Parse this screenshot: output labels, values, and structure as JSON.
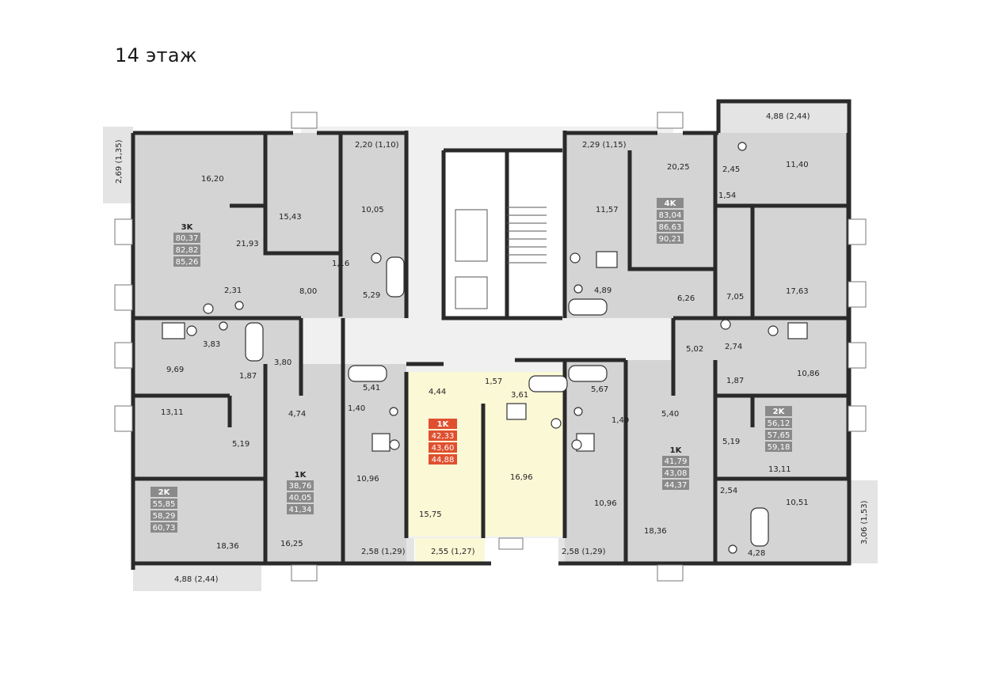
{
  "floor": {
    "title": "14 этаж"
  },
  "colors": {
    "room": "#d4d4d4",
    "corridor": "#f0f0f0",
    "balcony": "#e4e4e4",
    "selected": "#fbf8d6",
    "wall": "#2a2a2a",
    "badge": "#8a8a8a",
    "badge_selected": "#e0502f"
  },
  "rooms": [
    {
      "id": "r1",
      "label": "16,20"
    },
    {
      "id": "r2",
      "label": "15,43"
    },
    {
      "id": "r3",
      "label": "10,05"
    },
    {
      "id": "r4",
      "label": "21,93"
    },
    {
      "id": "r5",
      "label": "1,16"
    },
    {
      "id": "r6",
      "label": "8,00"
    },
    {
      "id": "r7",
      "label": "2,31"
    },
    {
      "id": "r8",
      "label": "5,29"
    },
    {
      "id": "r9",
      "label": "3,83"
    },
    {
      "id": "r10",
      "label": "9,69"
    },
    {
      "id": "r11",
      "label": "1,87"
    },
    {
      "id": "r12",
      "label": "3,80"
    },
    {
      "id": "r13",
      "label": "13,11"
    },
    {
      "id": "r14",
      "label": "5,19"
    },
    {
      "id": "r15",
      "label": "18,36"
    },
    {
      "id": "r16",
      "label": "4,74"
    },
    {
      "id": "r17",
      "label": "16,25"
    },
    {
      "id": "r18",
      "label": "5,41"
    },
    {
      "id": "r19",
      "label": "1,40"
    },
    {
      "id": "r20",
      "label": "10,96"
    },
    {
      "id": "r21",
      "label": "4,44"
    },
    {
      "id": "r22",
      "label": "15,75"
    },
    {
      "id": "r23",
      "label": "1,57"
    },
    {
      "id": "r24",
      "label": "3,61"
    },
    {
      "id": "r25",
      "label": "16,96"
    },
    {
      "id": "r26",
      "label": "5,67"
    },
    {
      "id": "r27",
      "label": "1,40"
    },
    {
      "id": "r28",
      "label": "10,96"
    },
    {
      "id": "r29",
      "label": "5,40"
    },
    {
      "id": "r30",
      "label": "18,36"
    },
    {
      "id": "r31",
      "label": "11,57"
    },
    {
      "id": "r32",
      "label": "20,25"
    },
    {
      "id": "r33",
      "label": "4,89"
    },
    {
      "id": "r34",
      "label": "6,26"
    },
    {
      "id": "r35",
      "label": "2,45"
    },
    {
      "id": "r36",
      "label": "11,40"
    },
    {
      "id": "r37",
      "label": "1,54"
    },
    {
      "id": "r38",
      "label": "7,05"
    },
    {
      "id": "r39",
      "label": "17,63"
    },
    {
      "id": "r40",
      "label": "5,02"
    },
    {
      "id": "r41",
      "label": "2,74"
    },
    {
      "id": "r42",
      "label": "10,86"
    },
    {
      "id": "r43",
      "label": "1,87"
    },
    {
      "id": "r44",
      "label": "5,19"
    },
    {
      "id": "r45",
      "label": "13,11"
    },
    {
      "id": "r46",
      "label": "2,54"
    },
    {
      "id": "r47",
      "label": "10,51"
    },
    {
      "id": "r48",
      "label": "4,28"
    }
  ],
  "balconies": [
    {
      "id": "b1",
      "label": "2,69 (1,35)"
    },
    {
      "id": "b2",
      "label": "2,20 (1,10)"
    },
    {
      "id": "b3",
      "label": "2,29 (1,15)"
    },
    {
      "id": "b4",
      "label": "4,88 (2,44)"
    },
    {
      "id": "b5",
      "label": "4,88 (2,44)"
    },
    {
      "id": "b6",
      "label": "2,58 (1,29)"
    },
    {
      "id": "b7",
      "label": "2,55 (1,27)"
    },
    {
      "id": "b8",
      "label": "2,58 (1,29)"
    },
    {
      "id": "b9",
      "label": "3,06 (1,53)"
    }
  ],
  "apartments": [
    {
      "id": "a1",
      "type": "3K",
      "areas": [
        "80,37",
        "82,82",
        "85,26"
      ],
      "selected": false
    },
    {
      "id": "a2",
      "type": "4K",
      "areas": [
        "83,04",
        "86,63",
        "90,21"
      ],
      "selected": false
    },
    {
      "id": "a3",
      "type": "2K",
      "areas": [
        "55,85",
        "58,29",
        "60,73"
      ],
      "selected": false
    },
    {
      "id": "a4",
      "type": "1K",
      "areas": [
        "38,76",
        "40,05",
        "41,34"
      ],
      "selected": false
    },
    {
      "id": "a5",
      "type": "1K",
      "areas": [
        "42,33",
        "43,60",
        "44,88"
      ],
      "selected": true
    },
    {
      "id": "a6",
      "type": "1K",
      "areas": [
        "41,79",
        "43,08",
        "44,37"
      ],
      "selected": false
    },
    {
      "id": "a7",
      "type": "2K",
      "areas": [
        "56,12",
        "57,65",
        "59,18"
      ],
      "selected": false
    }
  ]
}
